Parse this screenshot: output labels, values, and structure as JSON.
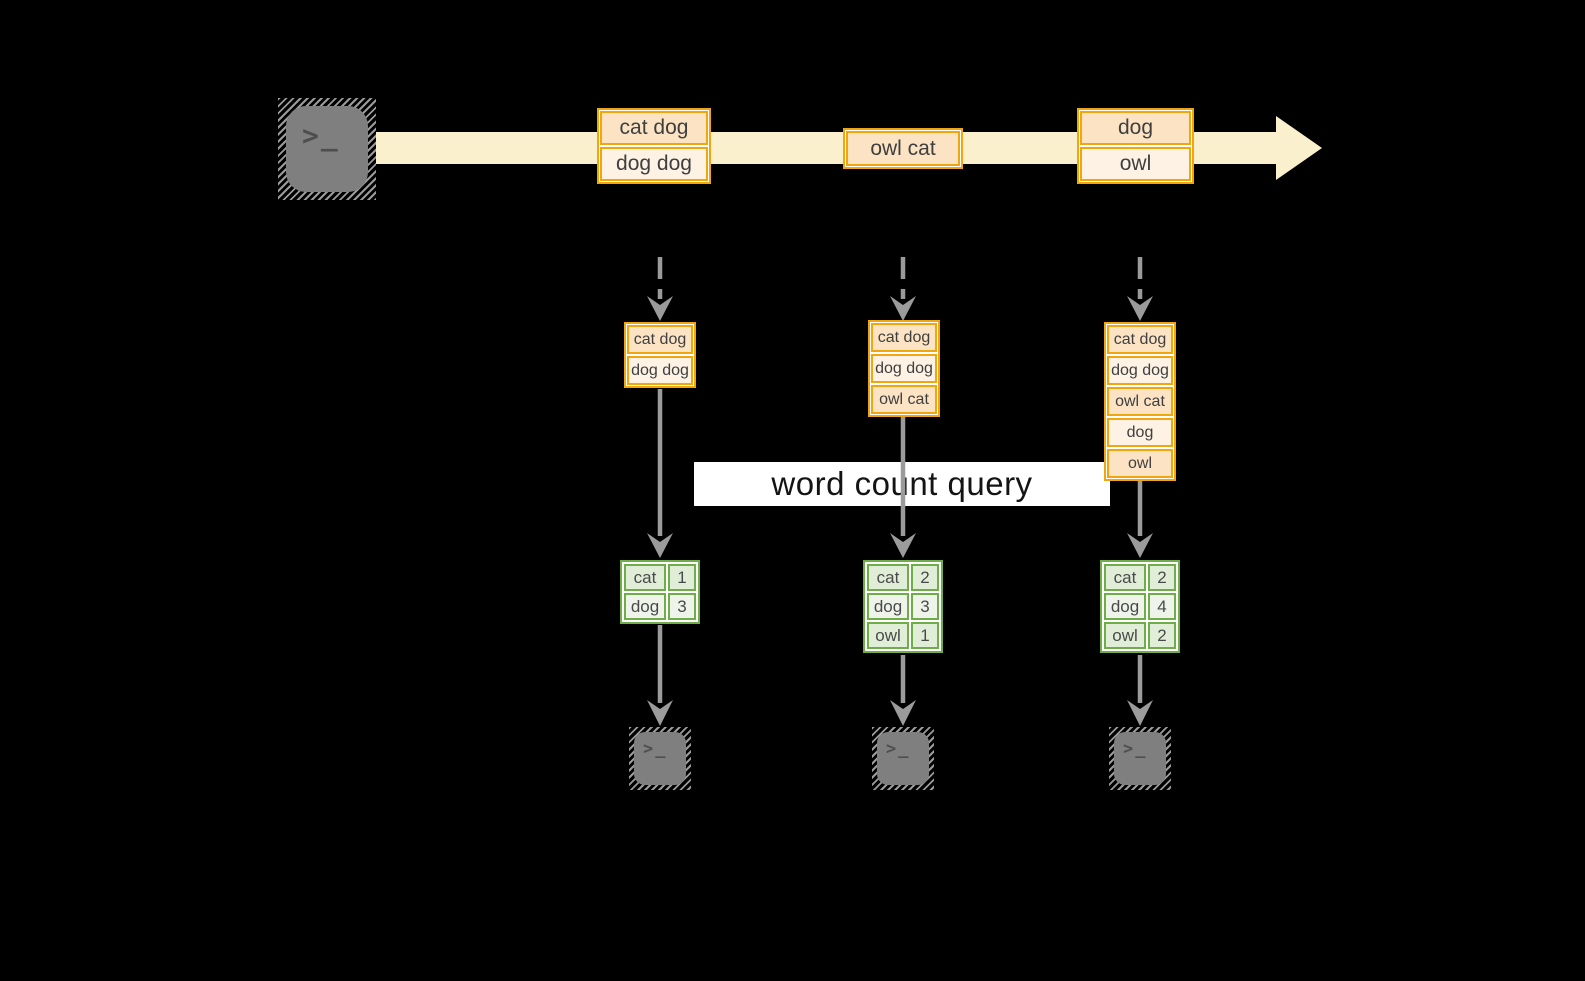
{
  "query": {
    "label": "word count query"
  },
  "terminal_glyph": ">_",
  "stream": {
    "events": [
      {
        "rows": [
          "cat dog",
          "dog dog"
        ]
      },
      {
        "rows": [
          "owl cat"
        ]
      },
      {
        "rows": [
          "dog",
          "owl"
        ]
      }
    ]
  },
  "columns": [
    {
      "buffer": [
        "cat dog",
        "dog dog"
      ],
      "counts": [
        {
          "word": "cat",
          "count": "1"
        },
        {
          "word": "dog",
          "count": "3"
        }
      ]
    },
    {
      "buffer": [
        "cat dog",
        "dog dog",
        "owl cat"
      ],
      "counts": [
        {
          "word": "cat",
          "count": "2"
        },
        {
          "word": "dog",
          "count": "3"
        },
        {
          "word": "owl",
          "count": "1"
        }
      ]
    },
    {
      "buffer": [
        "cat dog",
        "dog dog",
        "owl cat",
        "dog",
        "owl"
      ],
      "counts": [
        {
          "word": "cat",
          "count": "2"
        },
        {
          "word": "dog",
          "count": "4"
        },
        {
          "word": "owl",
          "count": "2"
        }
      ]
    }
  ],
  "colors": {
    "background": "#000000",
    "stream_band": "#FBF0CE",
    "event_border": "#F0A60C",
    "event_fill_dark": "#FBE3C3",
    "event_fill_light": "#FDF2E4",
    "table_border": "#6FAD4A",
    "table_fill_dark": "#E0EDD7",
    "table_fill_light": "#EEF4E9",
    "arrow_gray": "#9B9B9B",
    "terminal_gray": "#7F7F7F"
  }
}
